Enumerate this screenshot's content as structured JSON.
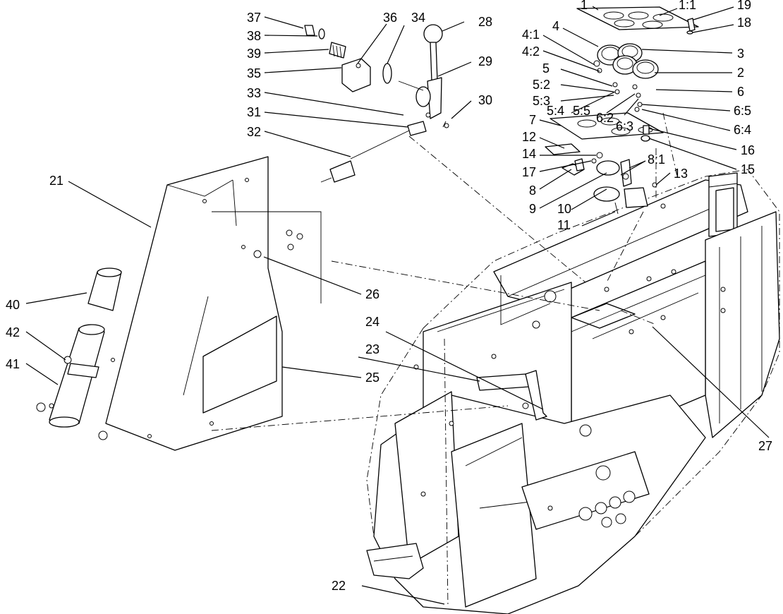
{
  "callouts": {
    "c1": "1",
    "c1_1": "1:1",
    "c2": "2",
    "c3": "3",
    "c4": "4",
    "c4_1": "4:1",
    "c4_2": "4:2",
    "c5": "5",
    "c5_2": "5:2",
    "c5_3": "5:3",
    "c5_4": "5:4",
    "c5_5": "5:5",
    "c6": "6",
    "c6_2": "6:2",
    "c6_3": "6:3",
    "c6_4": "6:4",
    "c6_5": "6:5",
    "c7": "7",
    "c8": "8",
    "c8_1": "8:1",
    "c9": "9",
    "c10": "10",
    "c11": "11",
    "c12": "12",
    "c13": "13",
    "c14": "14",
    "c15": "15",
    "c16": "16",
    "c17": "17",
    "c18": "18",
    "c19": "19",
    "c21": "21",
    "c22": "22",
    "c23": "23",
    "c24": "24",
    "c25": "25",
    "c26": "26",
    "c27": "27",
    "c28": "28",
    "c29": "29",
    "c30": "30",
    "c31": "31",
    "c32": "32",
    "c33": "33",
    "c34": "34",
    "c35": "35",
    "c36": "36",
    "c37": "37",
    "c38": "38",
    "c39": "39",
    "c40": "40",
    "c41": "41",
    "c42": "42"
  }
}
